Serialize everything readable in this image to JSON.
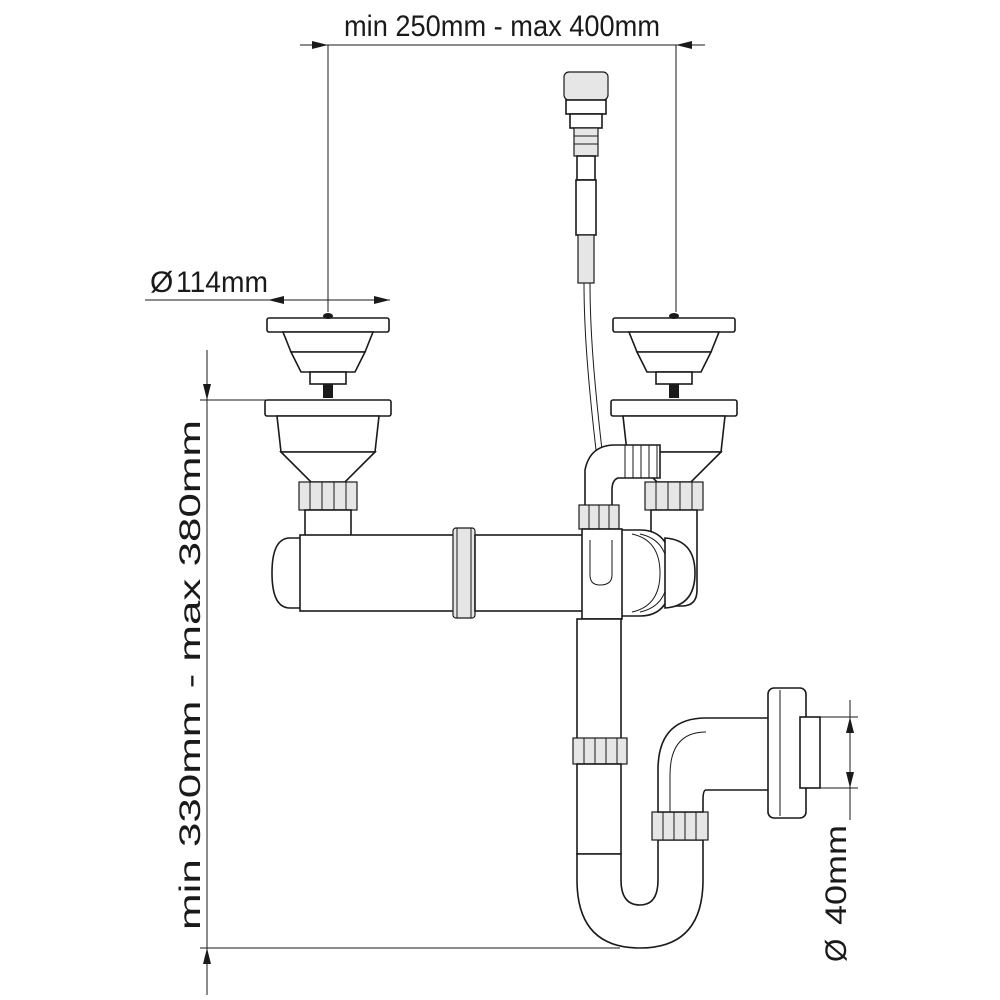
{
  "dimensions": {
    "spacing": "min 250mm - max 400mm",
    "strainer_diameter": "114mm",
    "height": "min 330mm - max 380mm",
    "outlet_diameter": "40mm",
    "diameter_symbol": "Ø"
  }
}
